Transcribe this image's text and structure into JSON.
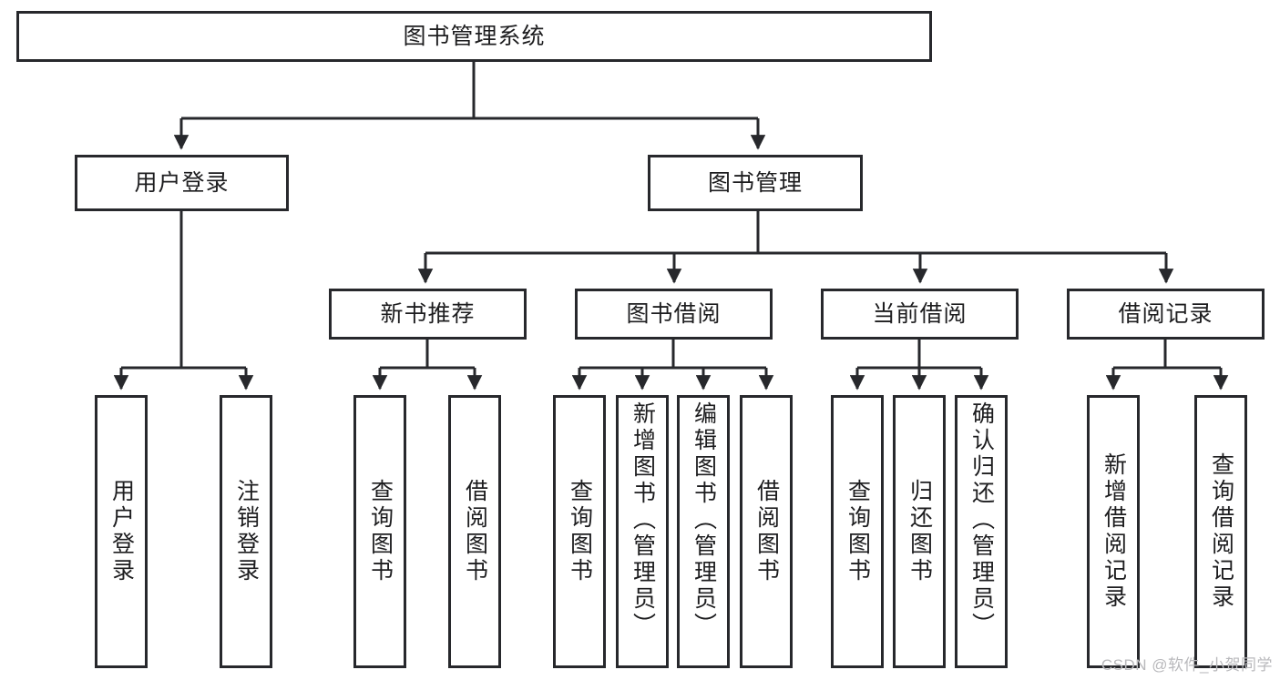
{
  "diagram": {
    "title": "图书管理系统",
    "type": "tree-hierarchy",
    "watermark": "CSDN @软件_小贺同学",
    "colors": {
      "border": "#27282c",
      "text": "#1d1d1f",
      "background": "#ffffff",
      "watermark": "#b9b9bc"
    },
    "nodes": {
      "root": {
        "label": "图书管理系统"
      },
      "level2": [
        {
          "id": "user-login",
          "label": "用户登录"
        },
        {
          "id": "book-management",
          "label": "图书管理"
        }
      ],
      "level3": [
        {
          "id": "new-book-recommend",
          "label": "新书推荐"
        },
        {
          "id": "book-borrow",
          "label": "图书借阅"
        },
        {
          "id": "current-borrow",
          "label": "当前借阅"
        },
        {
          "id": "borrow-record",
          "label": "借阅记录"
        }
      ],
      "leaves": {
        "user-login": [
          {
            "id": "leaf-user-login",
            "label": "用户登录"
          },
          {
            "id": "leaf-user-logout",
            "label": "注销登录"
          }
        ],
        "new-book-recommend": [
          {
            "id": "leaf-query-book-1",
            "label": "查询图书"
          },
          {
            "id": "leaf-borrow-book-1",
            "label": "借阅图书"
          }
        ],
        "book-borrow": [
          {
            "id": "leaf-query-book-2",
            "label": "查询图书"
          },
          {
            "id": "leaf-add-book",
            "label": "新增图书（管理员）"
          },
          {
            "id": "leaf-edit-book",
            "label": "编辑图书（管理员）"
          },
          {
            "id": "leaf-borrow-book-2",
            "label": "借阅图书"
          }
        ],
        "current-borrow": [
          {
            "id": "leaf-query-book-3",
            "label": "查询图书"
          },
          {
            "id": "leaf-return-book",
            "label": "归还图书"
          },
          {
            "id": "leaf-confirm-return",
            "label": "确认归还（管理员）"
          }
        ],
        "borrow-record": [
          {
            "id": "leaf-add-record",
            "label": "新增借阅记录"
          },
          {
            "id": "leaf-query-record",
            "label": "查询借阅记录"
          }
        ]
      }
    }
  }
}
